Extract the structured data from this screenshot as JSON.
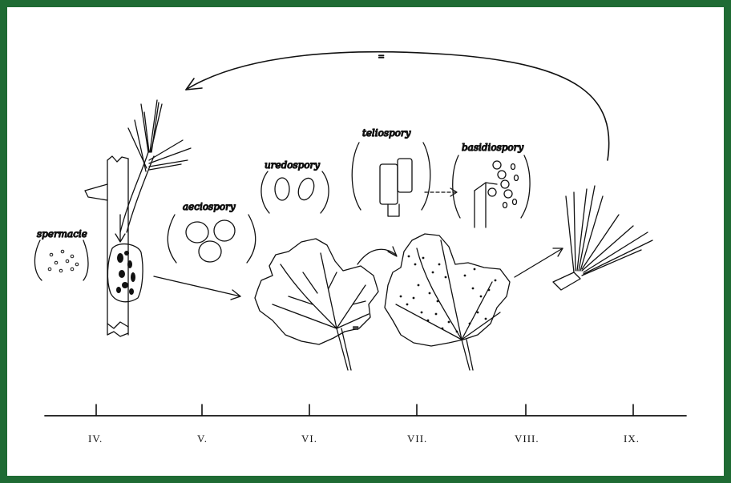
{
  "frame_color": "#1f6b34",
  "stage_labels": {
    "spermacie": "spermacie",
    "aeciospory": "aeciospory",
    "uredospory": "uredospory",
    "teliospory": "teliospory",
    "basidiospory": "basidiospory"
  },
  "arrow_mark": "=",
  "leaf_mark": "=",
  "months": [
    "IV.",
    "V.",
    "VI.",
    "VII.",
    "VIII.",
    "IX."
  ]
}
